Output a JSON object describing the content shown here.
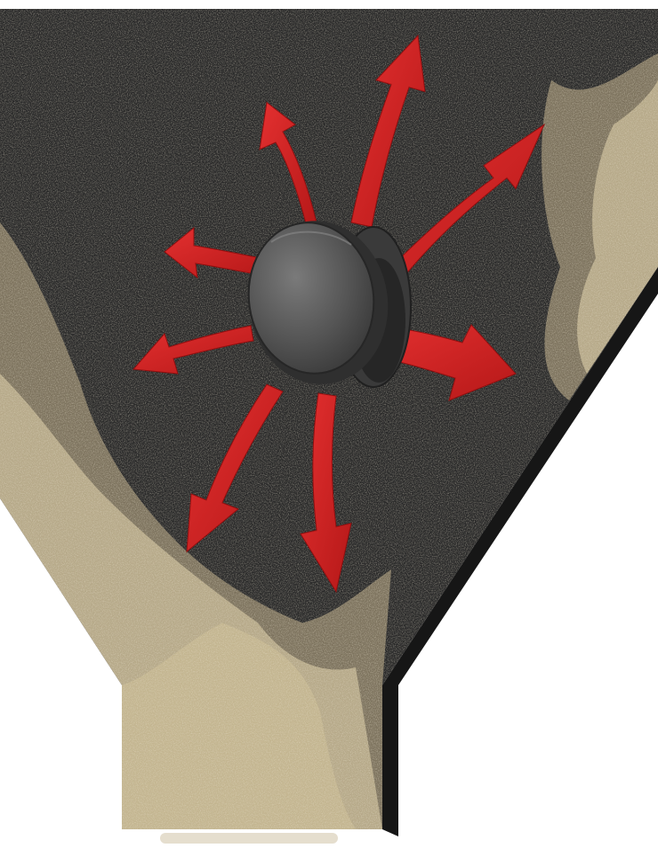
{
  "illustration": {
    "subject": "hopper-with-vibrator-disc",
    "colors": {
      "background": "#ffffff",
      "hopper_interior": "#2a2a2a",
      "hopper_wall": "#1c1c1c",
      "sand": "#d9caa4",
      "sand_dark": "#b9a680",
      "arrow": "#d41f1f",
      "arrow_dark": "#9b1212",
      "disc_face": "#5d5d5d",
      "disc_edge": "#2f2f2f"
    },
    "arrows": [
      {
        "name": "arrow-up-left",
        "icon": "red-arrow-icon"
      },
      {
        "name": "arrow-up",
        "icon": "red-arrow-icon"
      },
      {
        "name": "arrow-up-right",
        "icon": "red-arrow-icon"
      },
      {
        "name": "arrow-left-upper",
        "icon": "red-arrow-icon"
      },
      {
        "name": "arrow-left-lower",
        "icon": "red-arrow-icon"
      },
      {
        "name": "arrow-right",
        "icon": "red-arrow-icon"
      },
      {
        "name": "arrow-down-left",
        "icon": "red-arrow-icon"
      },
      {
        "name": "arrow-down",
        "icon": "red-arrow-icon"
      }
    ]
  }
}
